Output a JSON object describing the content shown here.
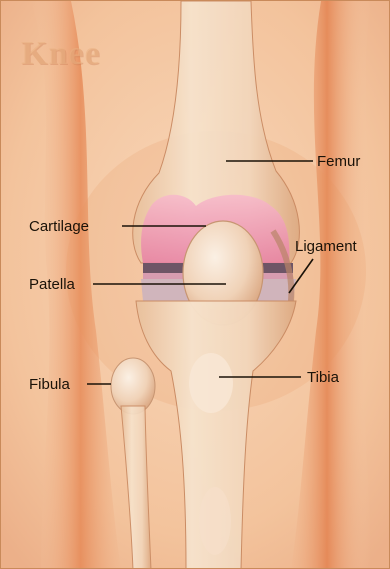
{
  "title": "Knee",
  "labels": {
    "femur": "Femur",
    "cartilage": "Cartilage",
    "ligament": "Ligament",
    "patella": "Patella",
    "fibula": "Fibula",
    "tibia": "Tibia"
  },
  "colors": {
    "background": "#f6d2b2",
    "skin_shadow": "#e7905c",
    "bone": "#f4dcc1",
    "cartilage": "#ef8fb0",
    "ligament": "#7a6070",
    "label_text": "#1a1208"
  }
}
